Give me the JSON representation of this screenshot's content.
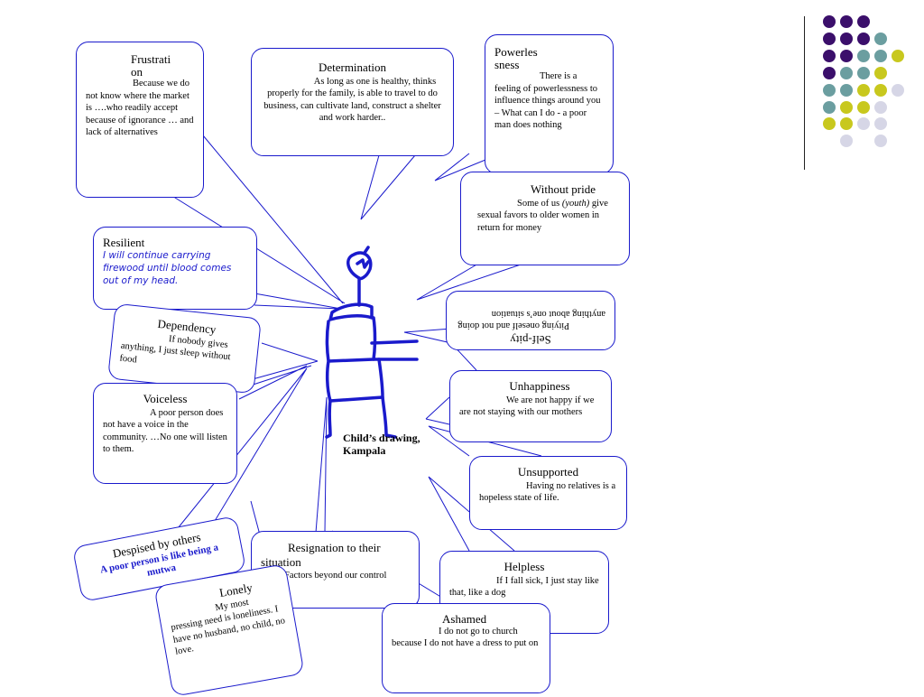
{
  "caption": "Child’s drawing,\nKampala",
  "bubbles": {
    "frustration": {
      "title": "Frustrati\non",
      "body": "Because we do not know where the market is ….who readily accept because of ignorance … and lack of alternatives"
    },
    "determination": {
      "title": "Determination",
      "body": "As long as one is healthy, thinks properly for the family, is able to travel to do business, can cultivate land, construct a shelter and work harder.."
    },
    "powerlessness": {
      "title": "Powerles\nsness",
      "body": "There is a feeling of powerlessness to influence things around you – What can I do - a poor man does nothing"
    },
    "without_pride": {
      "title": "Without pride",
      "body_pre": "Some of us ",
      "body_em": "(youth)",
      "body_post": " give sexual favors to older women in return for money"
    },
    "resilient": {
      "title": "Resilient",
      "body": "I will continue carrying firewood until blood comes out of my head."
    },
    "self_pity": {
      "title": "Self-pity",
      "body": "Pitying oneself and not doing anything about one’s situation"
    },
    "dependency": {
      "title": "Dependency",
      "body": "If nobody gives anything, I just sleep without food"
    },
    "unhappiness": {
      "title": "Unhappiness",
      "body": "We are not happy if we are not staying with our mothers"
    },
    "voiceless": {
      "title": "Voiceless",
      "body": "A poor person does not have a voice in the community. …No one will listen to them."
    },
    "unsupported": {
      "title": "Unsupported",
      "body": "Having no relatives is a hopeless state of life."
    },
    "despised": {
      "title": "Despised by others",
      "body": "A poor person is like being a mutwa"
    },
    "resignation": {
      "title": "Resignation to their situation",
      "body": "Factors beyond our control"
    },
    "helpless": {
      "title": "Helpless",
      "body": "If I fall sick, I just stay like that, like a dog"
    },
    "lonely": {
      "title": "Lonely",
      "body": "My most pressing need is loneliness. I have no husband, no child, no love."
    },
    "ashamed": {
      "title": "Ashamed",
      "body": "I do not go to church because I do not have a dress to put on"
    }
  },
  "colors": {
    "purple": "#3b0f6b",
    "teal": "#6b9ea0",
    "yellow": "#c8c81e",
    "lavender": "#d6d6e6",
    "outline": "#1a1acc"
  }
}
